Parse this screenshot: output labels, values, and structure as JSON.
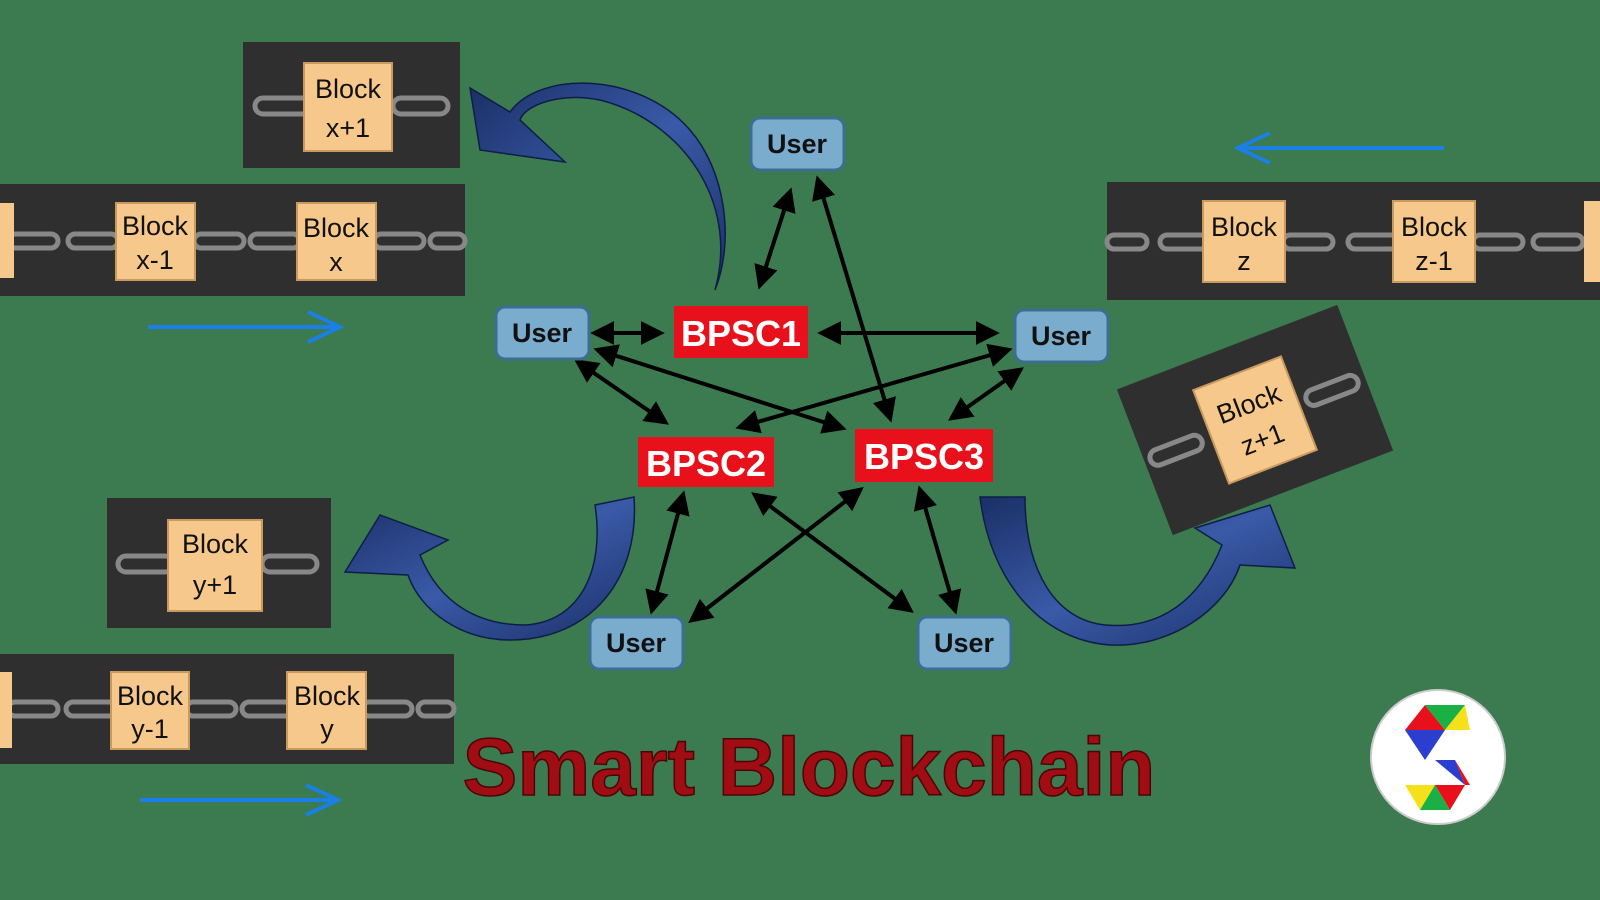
{
  "title": "Smart Blockchain",
  "colors": {
    "background": "#3c7a50",
    "chain_panel": "#2f2f2f",
    "block": "#f6c88b",
    "user": "#7aaccd",
    "bpsc": "#e8101a",
    "title": "#a00e14",
    "curved_arrow": "#1f3a7a",
    "flow_arrow": "#1a7fe8"
  },
  "nodes": {
    "users": [
      "User",
      "User",
      "User",
      "User",
      "User"
    ],
    "bpsc": [
      "BPSC1",
      "BPSC2",
      "BPSC3"
    ]
  },
  "chains": {
    "x_new": {
      "block": [
        "Block",
        "x+1"
      ]
    },
    "x": {
      "blocks": [
        [
          "Block",
          "x-1"
        ],
        [
          "Block",
          "x"
        ]
      ]
    },
    "y_new": {
      "block": [
        "Block",
        "y+1"
      ]
    },
    "y": {
      "blocks": [
        [
          "Block",
          "y-1"
        ],
        [
          "Block",
          "y"
        ]
      ]
    },
    "z": {
      "blocks": [
        [
          "Block",
          "z"
        ],
        [
          "Block",
          "z-1"
        ]
      ]
    },
    "z_new": {
      "block": [
        "Block",
        "z+1"
      ]
    }
  },
  "logo": {
    "icon": "triangle-logo-icon"
  }
}
